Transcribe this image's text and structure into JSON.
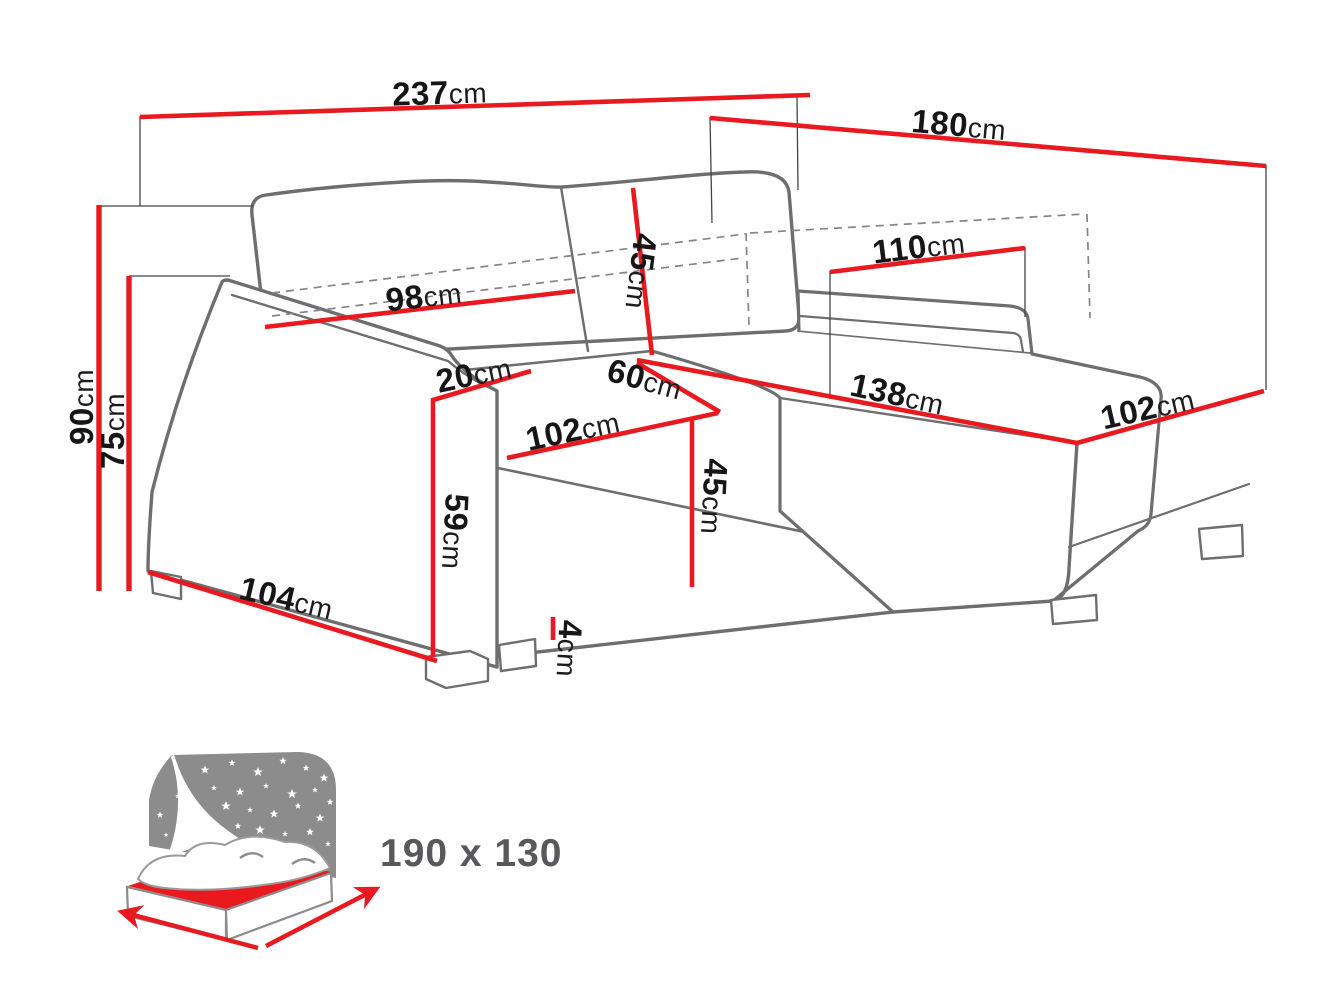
{
  "diagram": {
    "title": "corner-sofa-dimension-drawing",
    "colors": {
      "dimension_line": "#e8191f",
      "sofa_outline": "#6e6e6e",
      "label_text": "#161616",
      "icon_gray": "#8c8c8c",
      "sleeping_label_gray": "#59595b"
    },
    "dims": {
      "total_width": {
        "value": "237",
        "unit": "cm"
      },
      "total_depth": {
        "value": "180",
        "unit": "cm"
      },
      "chaise_inner_depth": {
        "value": "110",
        "unit": "cm"
      },
      "backrest_width": {
        "value": "98",
        "unit": "cm"
      },
      "backrest_height": {
        "value": "45",
        "unit": "cm"
      },
      "armrest_width": {
        "value": "20",
        "unit": "cm"
      },
      "seat_width": {
        "value": "102",
        "unit": "cm"
      },
      "seat_gap": {
        "value": "60",
        "unit": "cm"
      },
      "chaise_length": {
        "value": "138",
        "unit": "cm"
      },
      "chaise_end_width": {
        "value": "102",
        "unit": "cm"
      },
      "seat_height": {
        "value": "45",
        "unit": "cm"
      },
      "armrest_front_height": {
        "value": "59",
        "unit": "cm"
      },
      "side_depth": {
        "value": "104",
        "unit": "cm"
      },
      "leg_height": {
        "value": "4",
        "unit": "cm"
      },
      "total_height": {
        "value": "90",
        "unit": "cm"
      },
      "armrest_height": {
        "value": "75",
        "unit": "cm"
      }
    },
    "sleeping_area": {
      "value": "190 x 130"
    }
  }
}
